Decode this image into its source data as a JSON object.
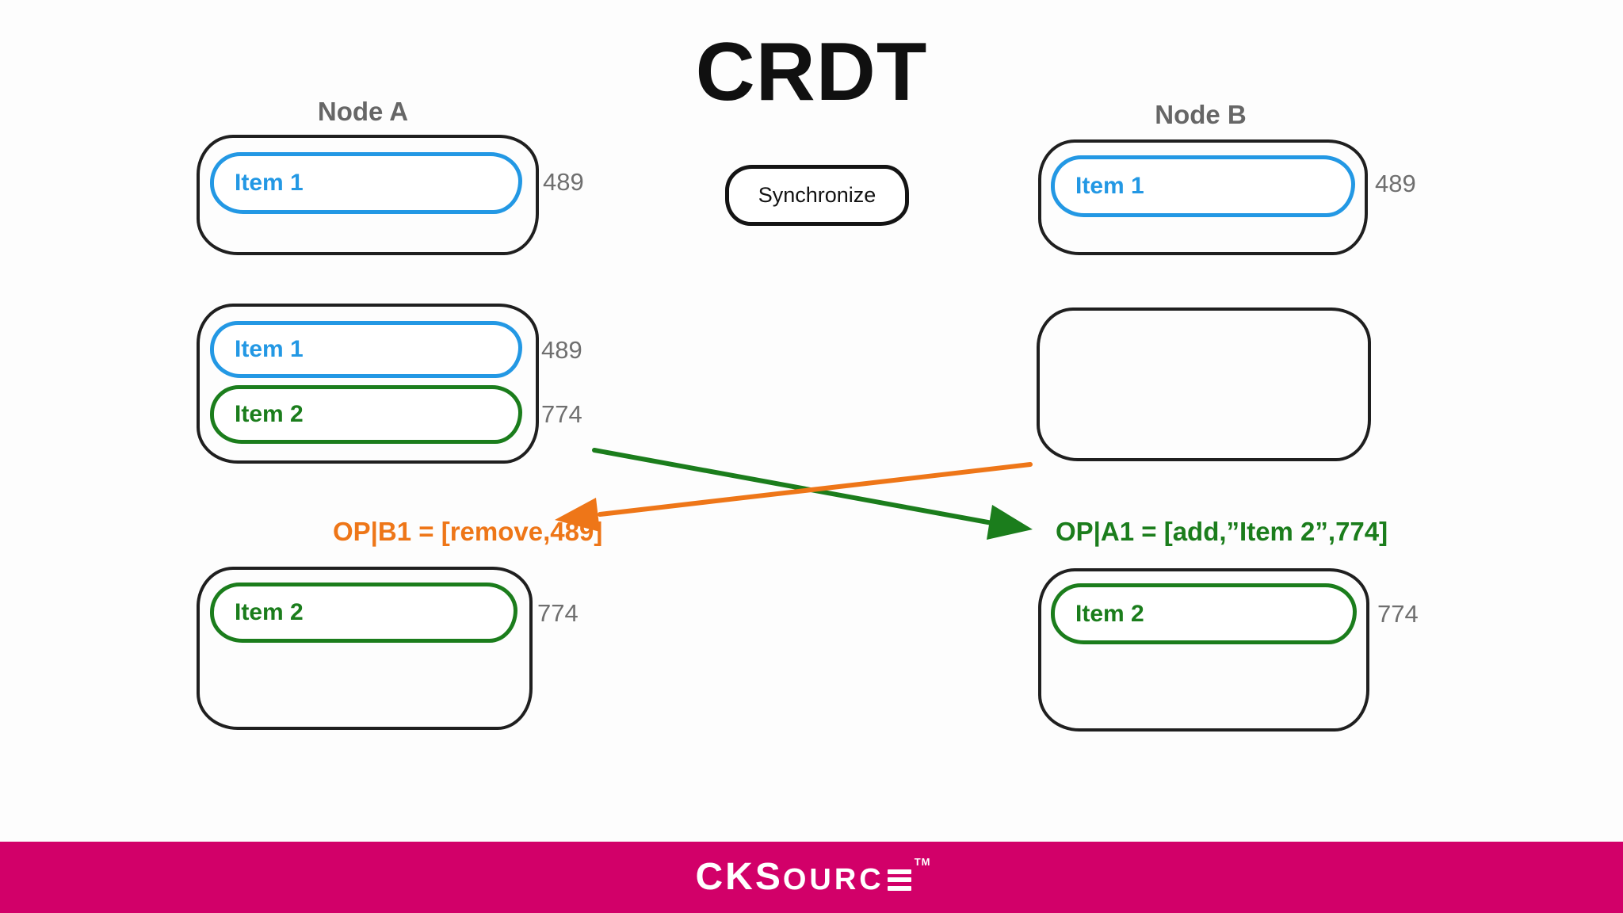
{
  "title": "CRDT",
  "colors": {
    "blue": "#2398e4",
    "green": "#1b7d1c",
    "orange": "#ee7618",
    "gray_text": "#6f6f6f",
    "node_label": "#666666",
    "box_border": "#1f1f1f",
    "footer_bg": "#d20069"
  },
  "node_a": {
    "label": "Node A"
  },
  "node_b": {
    "label": "Node B"
  },
  "sync_button": {
    "label": "Synchronize"
  },
  "row1": {
    "a": {
      "item1": {
        "label": "Item 1",
        "id": "489"
      }
    },
    "b": {
      "item1": {
        "label": "Item 1",
        "id": "489"
      }
    }
  },
  "row2": {
    "a": {
      "item1": {
        "label": "Item 1",
        "id": "489"
      },
      "item2": {
        "label": "Item 2",
        "id": "774"
      }
    },
    "b": {}
  },
  "row3": {
    "a": {
      "item2": {
        "label": "Item 2",
        "id": "774"
      }
    },
    "b": {
      "item2": {
        "label": "Item 2",
        "id": "774"
      }
    }
  },
  "operations": {
    "to_node_a": {
      "label": "OP|B1 = [remove,489]"
    },
    "to_node_b": {
      "label": "OP|A1 = [add,”Item 2”,774]"
    }
  },
  "footer": {
    "brand": "CKSource",
    "logo_part1": "CKS",
    "logo_part2": "OURC",
    "trademark": "TM"
  }
}
